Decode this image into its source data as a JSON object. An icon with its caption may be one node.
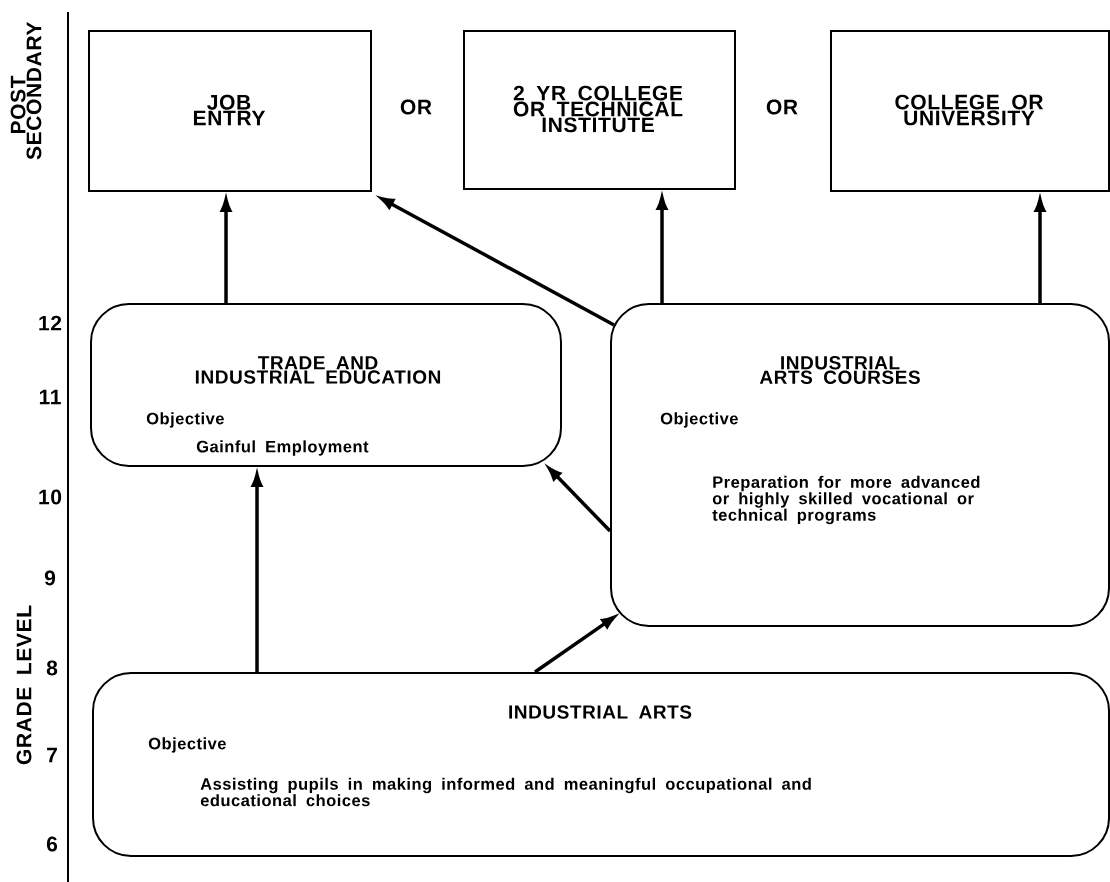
{
  "diagram": {
    "nodes": [
      {
        "text": [
          "JOB ENTRY"
        ]
      },
      {
        "text": [
          "2 YR COLLEGE OR TECHNICAL INSTITUTE"
        ]
      },
      {
        "text": [
          "COLLEGE OR UNIVERSITY"
        ]
      },
      {
        "text": [
          "TRADE AND INDUSTRIAL EDUCATION",
          "Objective",
          "Gainful Employment"
        ]
      },
      {
        "text": [
          "INDUSTRIAL ARTS COURSES",
          "Objective",
          "Preparation for more advanced or highly skilled vocational or technical programs"
        ]
      },
      {
        "text": [
          "INDUSTRIAL ARTS",
          "Objective",
          "Assisting pupils in making informed and meaningful occupational and educational choices"
        ]
      }
    ],
    "edges": [
      {
        "from": 3,
        "to": 0,
        "arrow": "to"
      },
      {
        "from": 4,
        "to": 0,
        "arrow": "to"
      },
      {
        "from": 4,
        "to": 1,
        "arrow": "to"
      },
      {
        "from": 4,
        "to": 2,
        "arrow": "to"
      },
      {
        "from": 4,
        "to": 3,
        "arrow": "to"
      },
      {
        "from": 5,
        "to": 3,
        "arrow": "to"
      },
      {
        "from": 5,
        "to": 4,
        "arrow": "to"
      }
    ],
    "labels": [
      "POST SECONDARY",
      "OR",
      "OR",
      "12",
      "11",
      "10",
      "9",
      "GRADE LEVEL",
      "8",
      "7",
      "6"
    ]
  }
}
